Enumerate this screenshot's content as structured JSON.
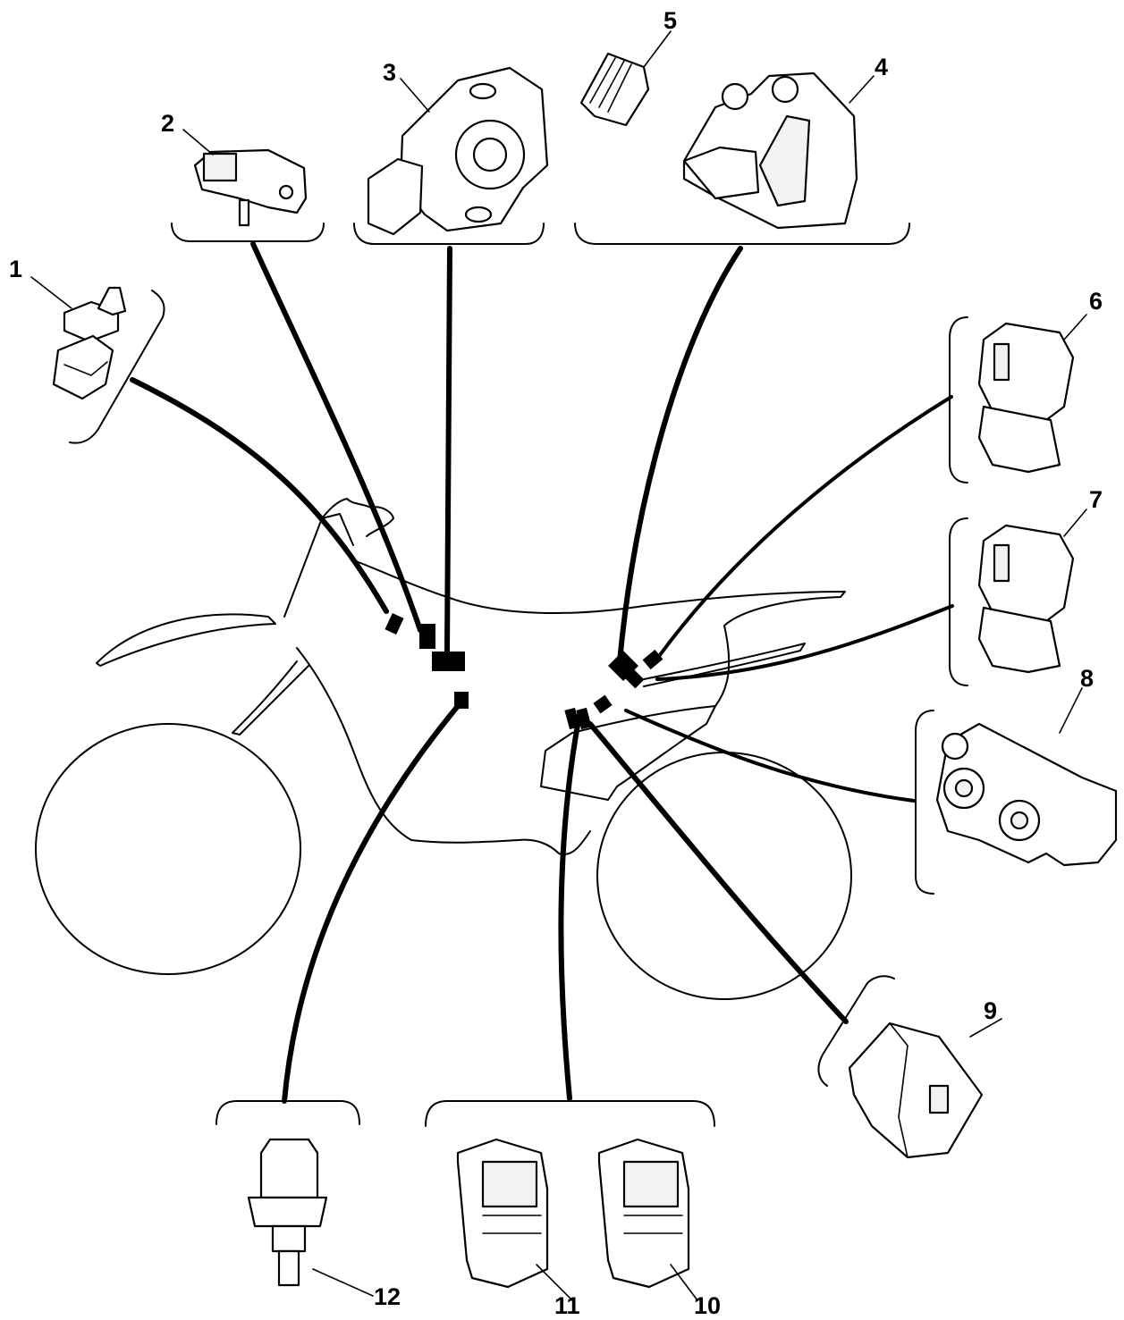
{
  "diagram": {
    "type": "component-location-diagram",
    "callouts": [
      {
        "id": 1,
        "label": "1"
      },
      {
        "id": 2,
        "label": "2"
      },
      {
        "id": 3,
        "label": "3"
      },
      {
        "id": 4,
        "label": "4"
      },
      {
        "id": 5,
        "label": "5"
      },
      {
        "id": 6,
        "label": "6"
      },
      {
        "id": 7,
        "label": "7"
      },
      {
        "id": 8,
        "label": "8"
      },
      {
        "id": 9,
        "label": "9"
      },
      {
        "id": 10,
        "label": "10"
      },
      {
        "id": 11,
        "label": "11"
      },
      {
        "id": 12,
        "label": "12"
      }
    ],
    "line_color": "#000000",
    "background": "#ffffff"
  }
}
